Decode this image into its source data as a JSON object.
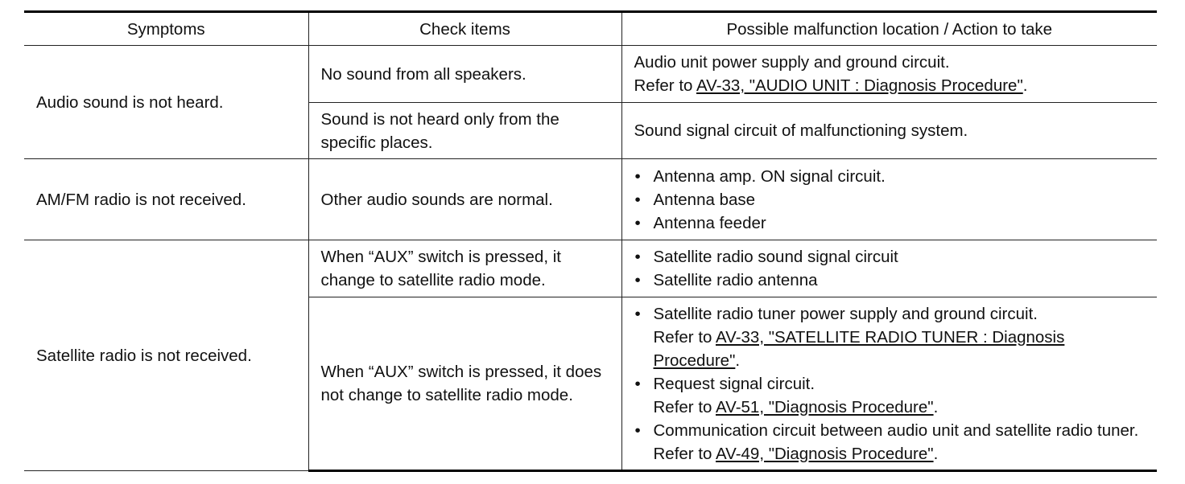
{
  "headers": {
    "symptoms": "Symptoms",
    "check_items": "Check items",
    "action": "Possible malfunction location / Action to take"
  },
  "rows": [
    {
      "symptom": "Audio sound is not heard.",
      "checks": [
        {
          "check": "No sound from all speakers.",
          "action_line1": "Audio unit power supply and ground circuit.",
          "refer_prefix": "Refer to ",
          "link": "AV-33, \"AUDIO UNIT : Diagnosis Procedure\"",
          "refer_suffix": "."
        },
        {
          "check": "Sound is not heard only from the specific places.",
          "action": "Sound signal circuit of malfunctioning system."
        }
      ]
    },
    {
      "symptom": "AM/FM radio is not received.",
      "checks": [
        {
          "check": "Other audio sounds are normal.",
          "bullets": [
            "Antenna amp. ON signal circuit.",
            "Antenna base",
            "Antenna feeder"
          ]
        }
      ]
    },
    {
      "symptom": "Satellite radio is not received.",
      "checks": [
        {
          "check": "When “AUX” switch is pressed, it change to satellite radio mode.",
          "bullets": [
            "Satellite radio sound signal circuit",
            "Satellite radio antenna"
          ]
        },
        {
          "check": "When “AUX” switch is pressed, it does not change to satellite radio mode.",
          "bullets": [
            {
              "text": "Satellite radio tuner power supply and ground circuit.",
              "refer_prefix": "Refer to ",
              "link": "AV-33, \"SATELLITE RADIO TUNER : Diagnosis Procedure\"",
              "refer_suffix": "."
            },
            {
              "text": "Request signal circuit.",
              "refer_prefix": "Refer to ",
              "link": "AV-51, \"Diagnosis Procedure\"",
              "refer_suffix": "."
            },
            {
              "text": "Communication circuit between audio unit and satellite radio tuner.",
              "refer_prefix": " Refer to ",
              "link": "AV-49, \"Diagnosis Procedure\"",
              "refer_suffix": "."
            }
          ]
        }
      ]
    }
  ]
}
